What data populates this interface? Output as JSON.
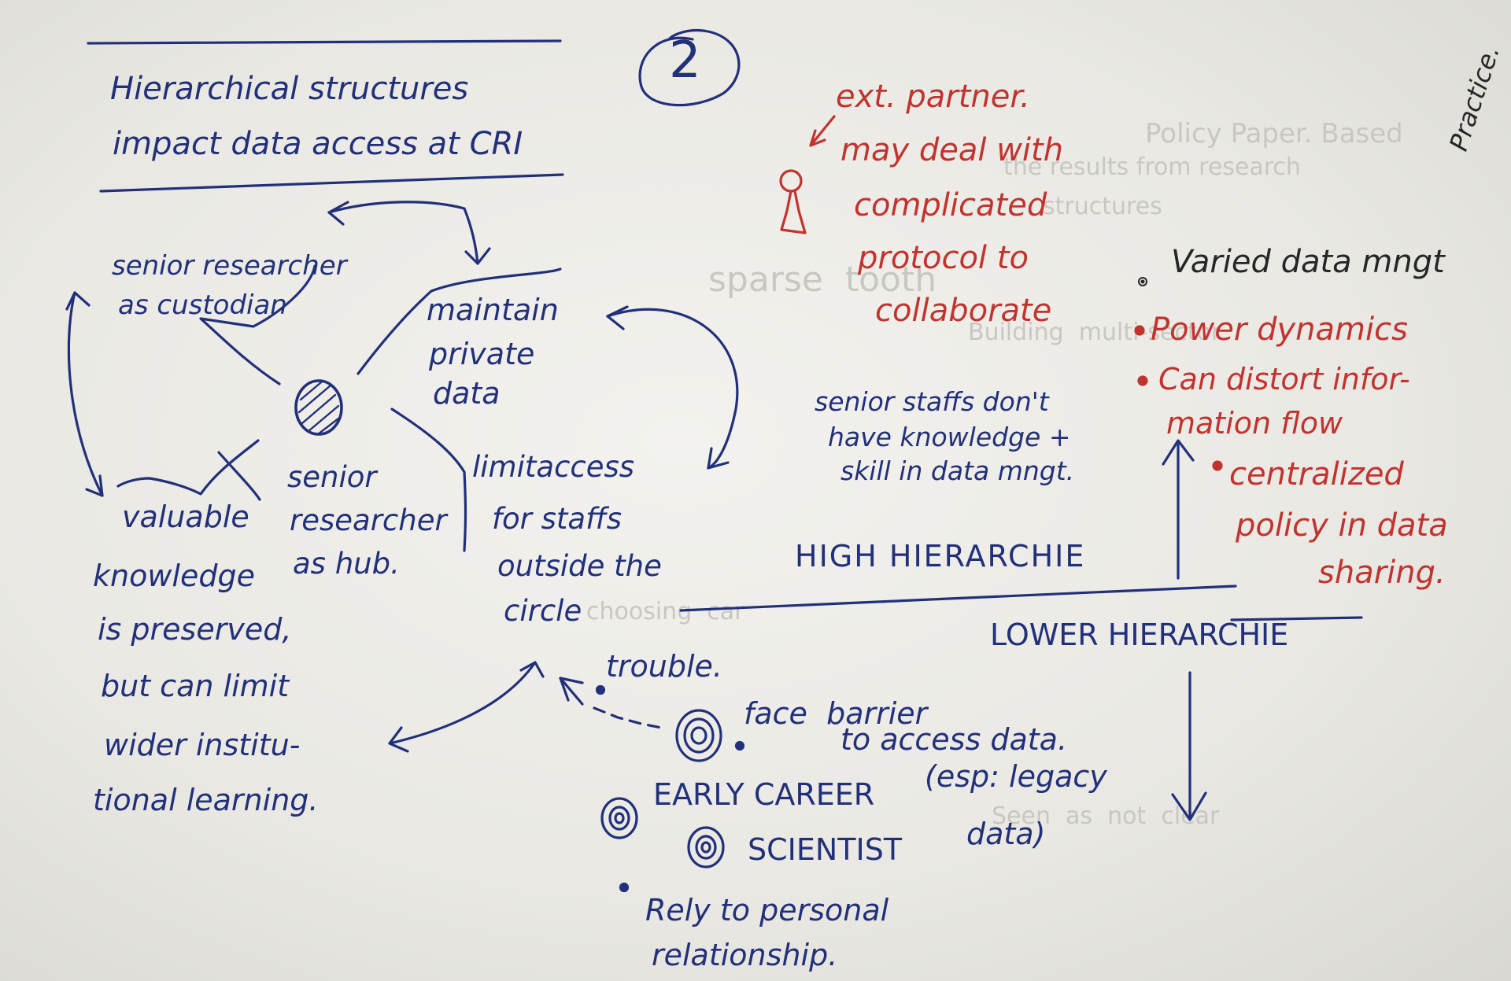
{
  "page_number": "2",
  "title_lines": [
    "Hierarchical structures",
    "impact data access at CRI"
  ],
  "left_cluster": {
    "senior_custodian": [
      "senior researcher",
      "as custodian"
    ],
    "maintain_private": [
      "maintain",
      "private",
      "data"
    ],
    "senior_hub": [
      "senior",
      "researcher",
      "as hub."
    ],
    "limit_access": [
      "limitaccess",
      "for staffs",
      "outside the",
      "circle"
    ],
    "valuable_knowledge": [
      "valuable",
      "knowledge",
      "is preserved,",
      "but can limit",
      "wider institu-",
      "tional learning."
    ]
  },
  "ext_partner": [
    "ext. partner.",
    "may deal with",
    "complicated",
    "protocol to",
    "collaborate"
  ],
  "practice_label": "Practice.",
  "practice_items": {
    "varied": "Varied data mngt",
    "power": "Power dynamics",
    "distort": [
      "Can distort infor-",
      "mation flow"
    ],
    "centralized": [
      "centralized",
      "policy in data",
      "sharing."
    ]
  },
  "senior_staffs": [
    "senior staffs don't",
    "have knowledge +",
    "skill in data mngt."
  ],
  "high_hierarchie": "HIGH HIERARCHIE",
  "lower_hierarchie": "LOWER HIERARCHIE",
  "early_career": {
    "trouble": "trouble.",
    "face_barrier": [
      "face  barrier",
      "to access data."
    ],
    "label_1": "EARLY CAREER",
    "label_2": "SCIENTIST",
    "legacy": [
      "(esp: legacy",
      "data)"
    ],
    "rely": [
      "Rely to personal",
      "relationship."
    ]
  },
  "colors": {
    "blue_ink": "#22307a",
    "red_ink": "#c2332f",
    "black_ink": "#262626",
    "paper": "#ecebe7"
  }
}
